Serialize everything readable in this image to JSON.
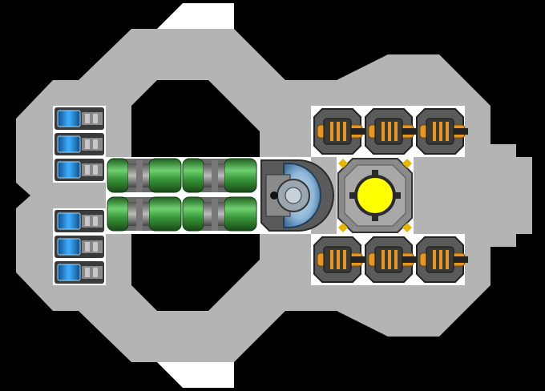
{
  "scene": {
    "kind": "ship-layout-editor",
    "colors": {
      "background": "#000000",
      "hull": "#b4b4b4",
      "hull_edge": "#9a9a9a",
      "slot_white": "#ffffff",
      "battery_blue": "#2a8fe0",
      "tank_green": "#3c9a3c",
      "core_yellow": "#ffff00",
      "turret_orange": "#e8961e",
      "frame_gray": "#5a5a5a"
    },
    "icons": {
      "battery": "battery-icon",
      "fuel_tank": "fuel-tank-icon",
      "cockpit": "cockpit-icon",
      "reactor": "reactor-core-icon",
      "turret": "turret-icon"
    },
    "modules": {
      "battery_count": 6,
      "fuel_tank_count": 4,
      "cockpit_count": 1,
      "reactor_count": 1,
      "turret_count": 6
    }
  }
}
